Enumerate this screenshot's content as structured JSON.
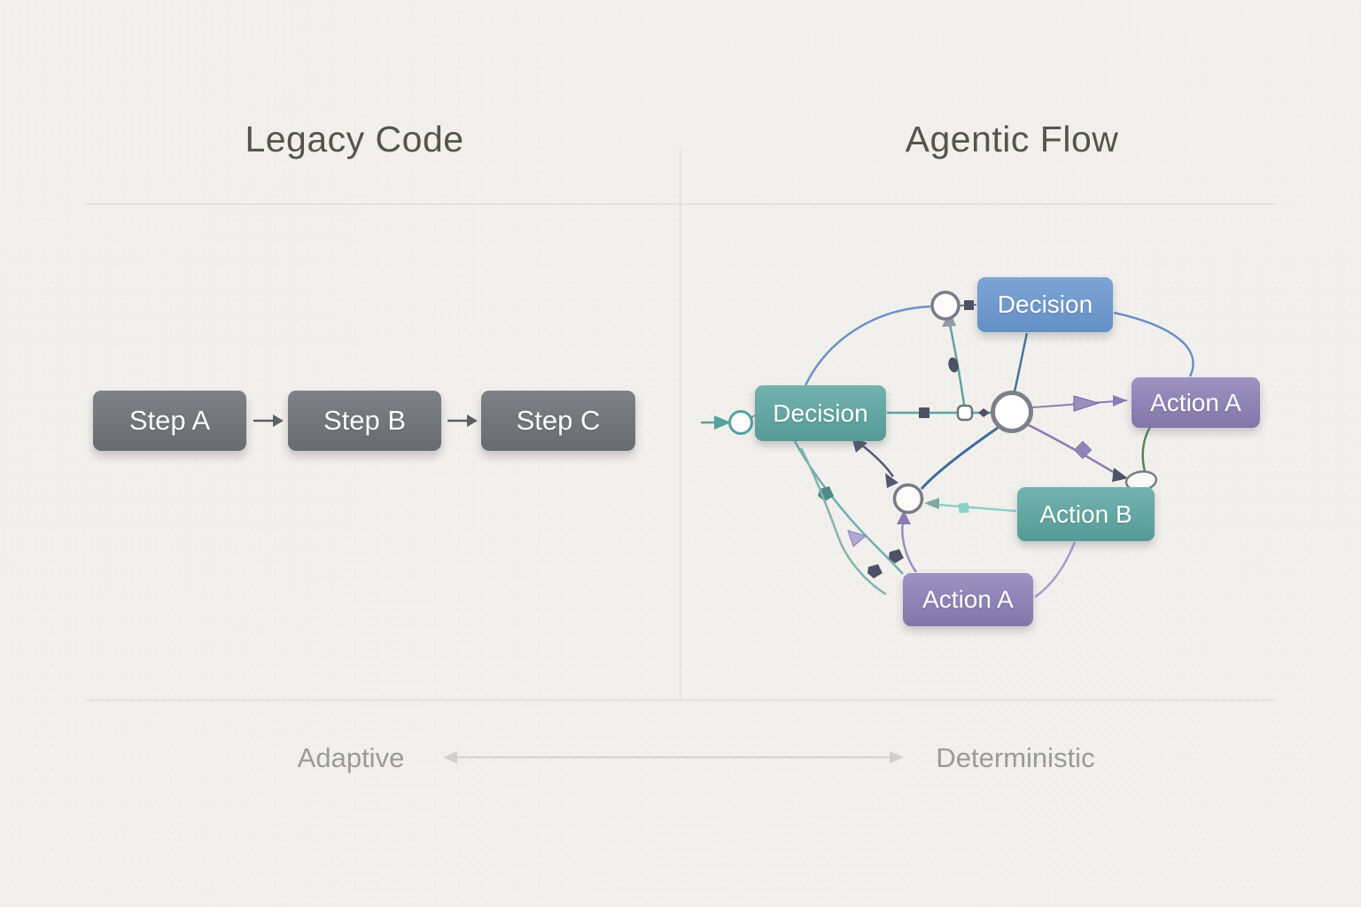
{
  "titles": {
    "left": "Legacy Code",
    "right": "Agentic Flow"
  },
  "legacy": {
    "steps": [
      {
        "label": "Step A"
      },
      {
        "label": "Step B"
      },
      {
        "label": "Step C"
      }
    ]
  },
  "network": {
    "nodes": [
      {
        "id": "decision-main",
        "label": "Decision",
        "color": "#5fa39f"
      },
      {
        "id": "decision-top",
        "label": "Decision",
        "color": "#6e97cc"
      },
      {
        "id": "action-a-right",
        "label": "Action A",
        "color": "#8b80b2"
      },
      {
        "id": "action-b",
        "label": "Action B",
        "color": "#60a6a2"
      },
      {
        "id": "action-a-bottom",
        "label": "Action A",
        "color": "#8e83b5"
      }
    ]
  },
  "footer": {
    "left_label": "Adaptive",
    "right_label": "Deterministic"
  },
  "palette": {
    "background": "#f2f0ed",
    "divider": "#dcdad6",
    "title_text": "#56544f",
    "footer_text": "#9c9a96",
    "step_box": "#70747a",
    "edge_teal": "#5ea5a1",
    "edge_light_teal": "#8ccfc9",
    "edge_blue": "#6b90c8",
    "edge_steel": "#44749f",
    "edge_purple": "#8a7cb3",
    "edge_green": "#57855b",
    "edge_slate": "#53586e",
    "node_stroke": "#7b8089"
  }
}
